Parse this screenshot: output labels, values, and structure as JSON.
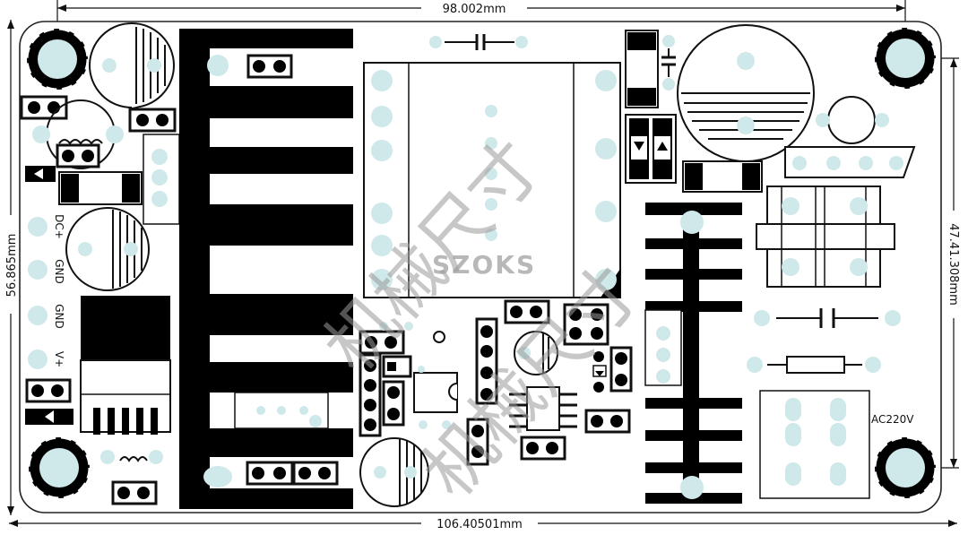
{
  "dimensions": {
    "top_width": "98.002mm",
    "bottom_width": "106.40501mm",
    "left_height": "56.865mm",
    "right_height": "47.41.308mm"
  },
  "silkscreen": {
    "dc_plus": "DC+",
    "gnd_1": "GND",
    "gnd_2": "GND",
    "v_plus": "V+",
    "ac_input": "AC220V"
  },
  "watermark": {
    "brand": "SZOKS",
    "cn_line_1": "机械尺寸",
    "cn_line_2": "机械尺寸"
  },
  "colors": {
    "board_outline": "#222222",
    "copper_fill": "#000000",
    "pad": "#cfe8ea",
    "silkscreen": "#111111",
    "watermark": "#9a9a9a"
  }
}
